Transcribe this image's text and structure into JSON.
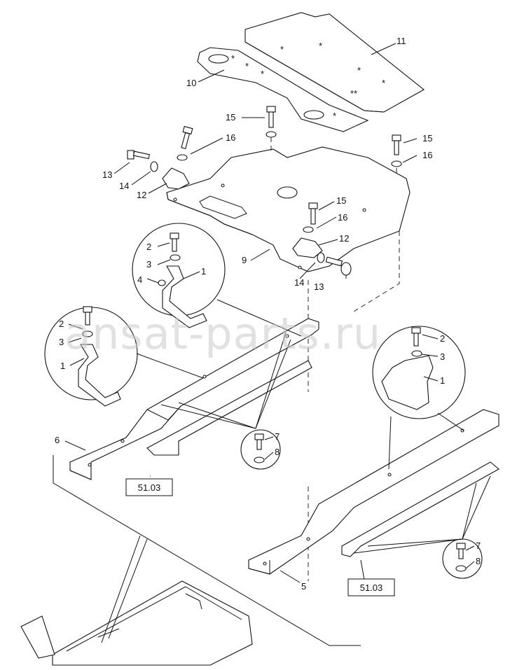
{
  "watermark": "ansat-parts.ru",
  "callouts": {
    "c11": "11",
    "c10": "10",
    "c15a": "15",
    "c16a": "16",
    "c13a": "13",
    "c14a": "14",
    "c12a": "12",
    "c15b": "15",
    "c16b": "16",
    "c15c": "15",
    "c16c": "16",
    "c12b": "12",
    "c9": "9",
    "c14b": "14",
    "c13b": "13",
    "c2a": "2",
    "c3a": "3",
    "c1a": "1",
    "c4a": "4",
    "c2b": "2",
    "c3b": "3",
    "c1b": "1",
    "c2c": "2",
    "c3c": "3",
    "c1c": "1",
    "c6": "6",
    "c7a": "7",
    "c8a": "8",
    "c5": "5",
    "c7b": "7",
    "c8b": "8"
  },
  "refs": {
    "ref_left": "51.03",
    "ref_right": "51.03"
  }
}
